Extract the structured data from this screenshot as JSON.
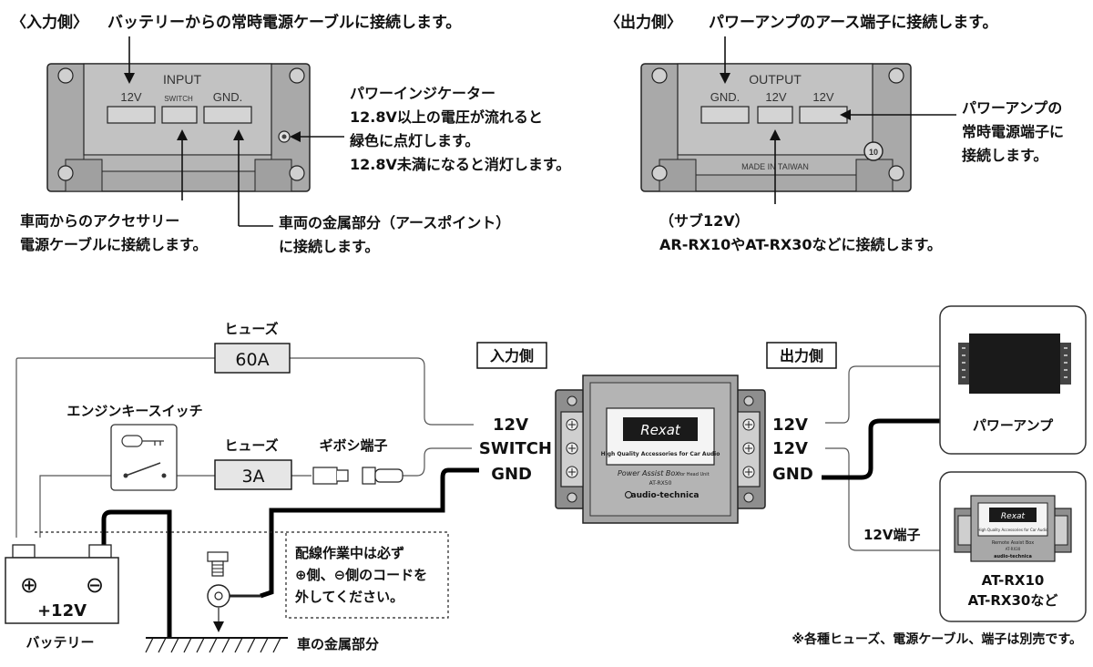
{
  "top_input": {
    "section_title": "〈入力側〉",
    "label_12v_top": "バッテリーからの常時電源ケーブルに接続します。",
    "box_title": "INPUT",
    "term_12v": "12V",
    "term_switch": "SWITCH",
    "term_gnd": "GND.",
    "indicator": [
      "パワーインジケーター",
      "12.8V以上の電圧が流れると",
      "緑色に点灯します。",
      "12.8V未満になると消灯します。"
    ],
    "acc_note": [
      "車両からのアクセサリー",
      "電源ケーブルに接続します。"
    ],
    "gnd_note": [
      "車両の金属部分（アースポイント）",
      "に接続します。"
    ]
  },
  "top_output": {
    "section_title": "〈出力側〉",
    "gnd_top": "パワーアンプのアース端子に接続します。",
    "box_title": "OUTPUT",
    "term_gnd": "GND.",
    "term_12v_a": "12V",
    "term_12v_b": "12V",
    "made_in": "MADE IN TAIWAN",
    "amp_note": [
      "パワーアンプの",
      "常時電源端子に",
      "接続します。"
    ],
    "sub_note": [
      "（サブ12V）",
      "AR-RX10やAT-RX30などに接続します。"
    ],
    "badge": "10"
  },
  "wiring": {
    "fuse_60a_label": "ヒューズ",
    "fuse_60a_value": "60A",
    "key_switch_label": "エンジンキースイッチ",
    "fuse_3a_label": "ヒューズ",
    "fuse_3a_value": "3A",
    "gibosi_label": "ギボシ端子",
    "input_side_tag": "入力側",
    "output_side_tag": "出力側",
    "in_12v": "12V",
    "in_switch": "SWITCH",
    "in_gnd": "GND",
    "out_12v_a": "12V",
    "out_12v_b": "12V",
    "out_gnd": "GND",
    "brand": "Rexat",
    "tagline": "High Quality Accessories for Car Audio",
    "product": "Power Assist Box",
    "product_sub": "for Head Unit",
    "model": "AT-RX50",
    "maker": "audio-technica",
    "battery_plus": "⊕",
    "battery_minus": "⊖",
    "battery_voltage": "+12V",
    "battery_label": "バッテリー",
    "warning": [
      "配線作業中は必ず",
      "⊕側、⊖側のコードを",
      "外してください。"
    ],
    "chassis_label": "車の金属部分",
    "term_12v_label": "12V端子",
    "amp_label": "パワーアンプ",
    "rx_brand": "Rexat",
    "rx_tagline": "High Quality Accessories for Car Audio",
    "rx_product": "Remote Assist Box",
    "rx_model": "AT-RX30",
    "rx_maker": "audio-technica",
    "rx_names": [
      "AT-RX10",
      "AT-RX30など"
    ],
    "footnote": "※各種ヒューズ、電源ケーブル、端子は別売です。"
  }
}
